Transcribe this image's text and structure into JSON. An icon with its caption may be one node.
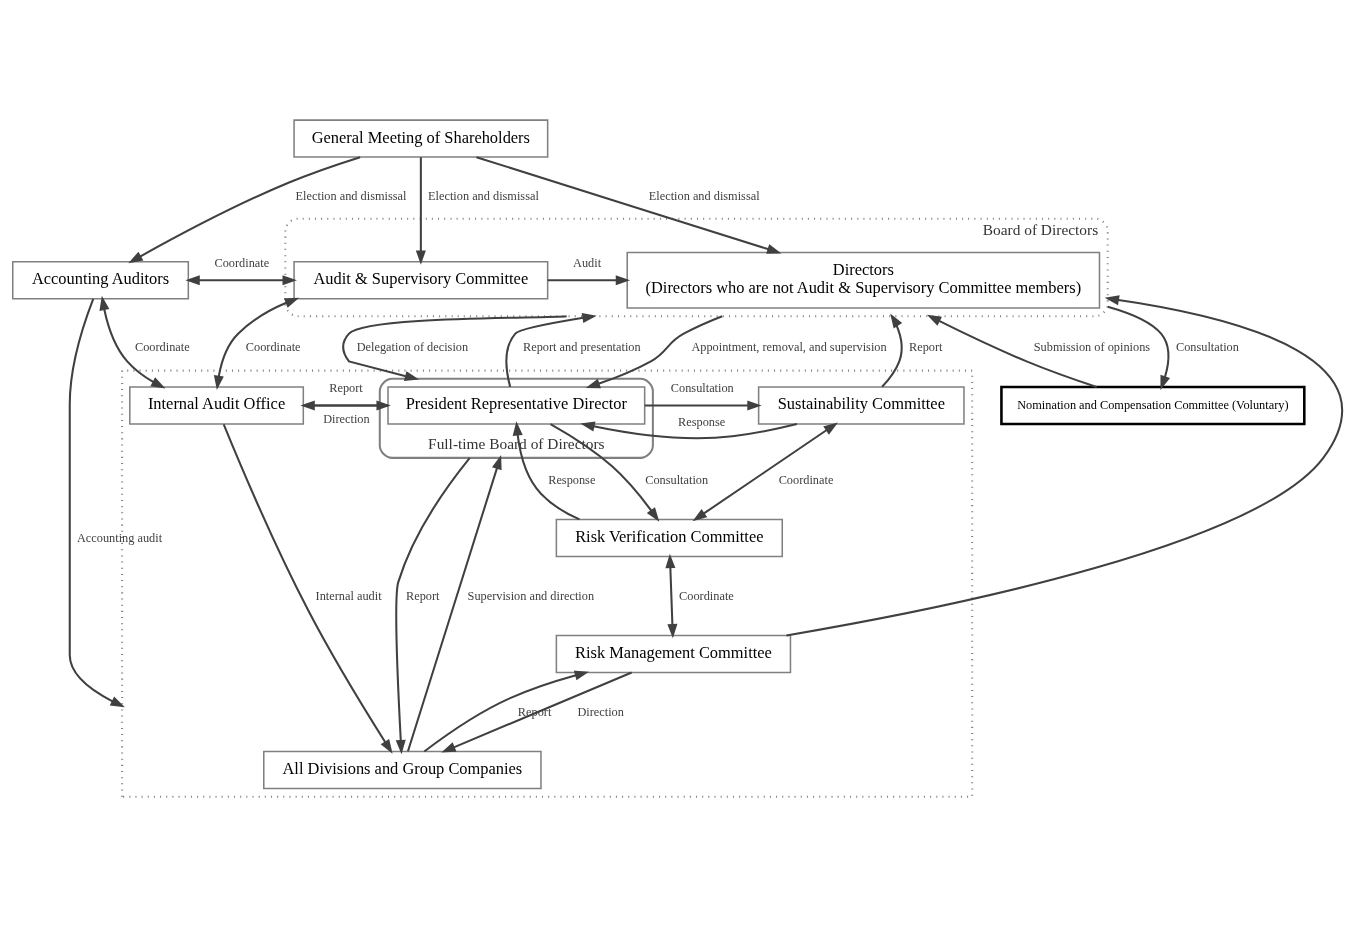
{
  "diagram": {
    "nodes": [
      {
        "text": [
          "General Meeting of Shareholders"
        ]
      },
      {
        "text": [
          "Accounting Auditors"
        ]
      },
      {
        "text": [
          "Board of Directors"
        ]
      },
      {
        "text": [
          "Audit & Supervisory Committee"
        ],
        "in": 2
      },
      {
        "text": [
          "Directors",
          "(Directors who are not Audit & Supervisory Committee members)"
        ],
        "in": 2
      },
      {
        "text": [
          "Nomination and Compensation Committee (Voluntary)"
        ]
      },
      {
        "text": [],
        "shape": "box"
      },
      {
        "text": [
          "Internal Audit Office"
        ],
        "in": 6
      },
      {
        "text": [
          "Full-time Board of Directors"
        ],
        "in": 6
      },
      {
        "text": [
          "President Representative Director"
        ],
        "in": 8
      },
      {
        "text": [
          "Sustainability Committee"
        ],
        "in": 6
      },
      {
        "text": [
          "Risk Verification Committee"
        ],
        "in": 6
      },
      {
        "text": [
          "Risk Management Committee"
        ],
        "in": 6
      },
      {
        "text": [
          "All Divisions and Group Companies"
        ],
        "in": 6
      }
    ],
    "edges": [
      {
        "from": 0,
        "to": 1,
        "arrow": "to",
        "label": "Election and dismissal"
      },
      {
        "from": 0,
        "to": 3,
        "arrow": "to",
        "label": "Election and dismissal"
      },
      {
        "from": 0,
        "to": 4,
        "arrow": "to",
        "label": "Election and dismissal"
      },
      {
        "from": 1,
        "to": 3,
        "arrow": "both",
        "label": "Coordinate"
      },
      {
        "from": 3,
        "to": 4,
        "arrow": "to",
        "label": "Audit"
      },
      {
        "from": 1,
        "to": 6,
        "arrow": "to",
        "label": "Accounting audit"
      },
      {
        "from": 1,
        "to": 7,
        "arrow": "both",
        "label": "Coordinate"
      },
      {
        "from": 3,
        "to": 7,
        "arrow": "both",
        "label": "Coordinate"
      },
      {
        "from": 2,
        "to": 8,
        "arrow": "to",
        "label": "Delegation of decision"
      },
      {
        "from": 9,
        "to": 2,
        "arrow": "to",
        "label": "Report and presentation"
      },
      {
        "from": 2,
        "to": 9,
        "arrow": "to",
        "label": "Appointment, removal, and supervision"
      },
      {
        "from": 5,
        "to": 2,
        "arrow": "to",
        "label": "Submission of opinions"
      },
      {
        "from": 2,
        "to": 5,
        "arrow": "to",
        "label": "Consultation"
      },
      {
        "from": 10,
        "to": 2,
        "arrow": "to",
        "label": "Report"
      },
      {
        "from": 12,
        "to": 2,
        "arrow": "to"
      },
      {
        "from": 9,
        "to": 7,
        "arrow": "to",
        "label": "Direction"
      },
      {
        "from": 7,
        "to": 9,
        "arrow": "to",
        "label": "Report"
      },
      {
        "from": 9,
        "to": 10,
        "arrow": "to",
        "label": "Consultation"
      },
      {
        "from": 10,
        "to": 9,
        "arrow": "to",
        "label": "Response"
      },
      {
        "from": 9,
        "to": 11,
        "arrow": "to",
        "label": "Consultation"
      },
      {
        "from": 11,
        "to": 9,
        "arrow": "to",
        "label": "Response"
      },
      {
        "from": 10,
        "to": 11,
        "arrow": "both",
        "label": "Coordinate"
      },
      {
        "from": 11,
        "to": 12,
        "arrow": "both",
        "label": "Coordinate"
      },
      {
        "from": 7,
        "to": 13,
        "arrow": "to",
        "label": "Internal audit"
      },
      {
        "from": 8,
        "to": 13,
        "arrow": "to",
        "label": "Report"
      },
      {
        "from": 13,
        "to": 8,
        "arrow": "to",
        "label": "Supervision and direction"
      },
      {
        "from": 13,
        "to": 12,
        "arrow": "to",
        "label": "Report"
      },
      {
        "from": 12,
        "to": 13,
        "arrow": "to",
        "label": "Direction"
      }
    ]
  }
}
